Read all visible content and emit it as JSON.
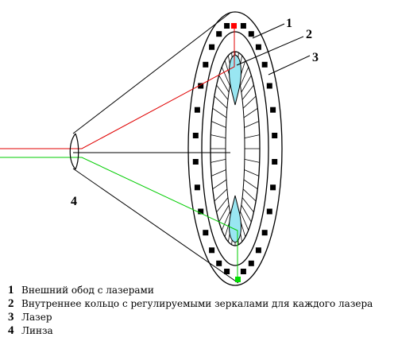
{
  "callouts": {
    "outer_rim": "1",
    "inner_ring": "2",
    "laser": "3",
    "lens": "4"
  },
  "legend": [
    {
      "num": "1",
      "text": "Внешний обод с лазерами"
    },
    {
      "num": "2",
      "text": "Внутреннее кольцо с регулируемыми зеркалами для каждого лазера"
    },
    {
      "num": "3",
      "text": "Лазер"
    },
    {
      "num": "4",
      "text": "Линза"
    }
  ],
  "colors": {
    "red_beam": "#e00000",
    "green_beam": "#00cc00",
    "mirror_fill": "#99e6f2",
    "lasers": "#000000",
    "active_top_laser": "#ff0000",
    "active_bottom_laser": "#00dd00"
  }
}
